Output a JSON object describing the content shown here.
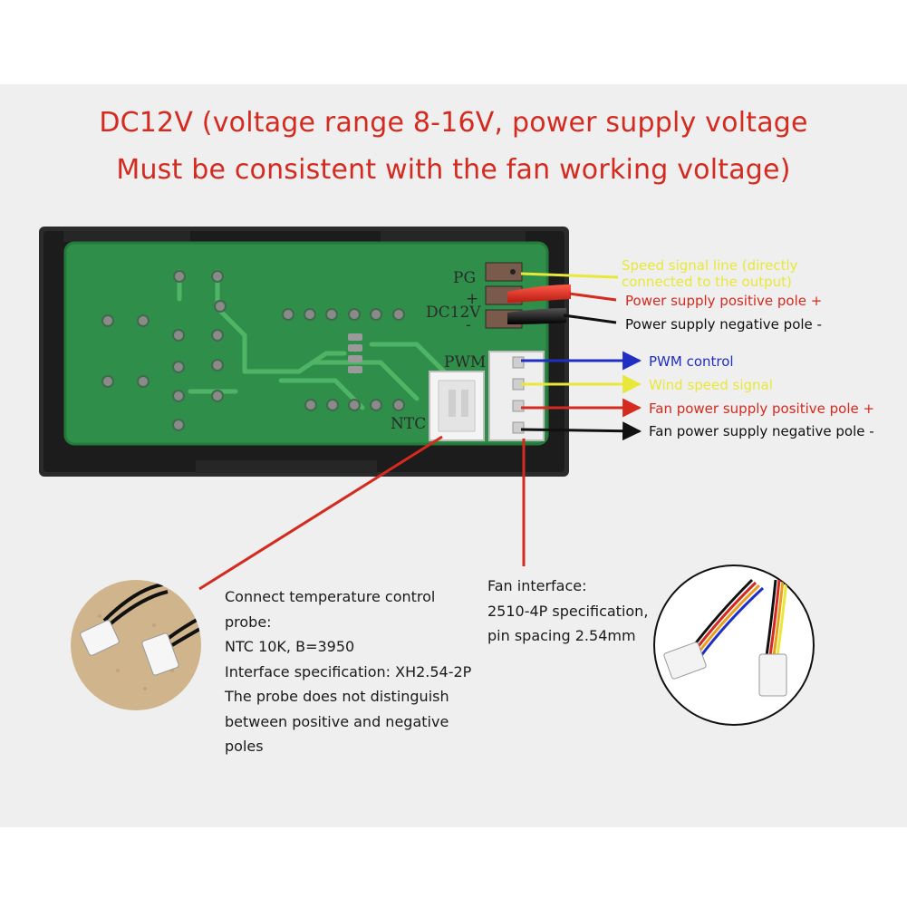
{
  "title": {
    "line1": "DC12V (voltage range 8-16V, power supply voltage",
    "line2": "Must be consistent with the fan working voltage)"
  },
  "board": {
    "silk_pg": "PG",
    "silk_plus": "+",
    "silk_dc12v": "DC12V",
    "silk_minus": "-",
    "silk_pwm": "PWM",
    "silk_ntc": "NTC"
  },
  "labels": {
    "speed_signal_1": "Speed signal line (directly",
    "speed_signal_2": "connected to the output)",
    "power_positive": "Power supply positive pole +",
    "power_negative": "Power supply negative pole -",
    "pwm_control": "PWM control",
    "wind_speed": "Wind speed signal",
    "fan_positive": "Fan power supply positive pole +",
    "fan_negative": "Fan power supply negative pole -"
  },
  "colors": {
    "yellow": "#e8e83a",
    "red": "#d42a1f",
    "blue": "#1f2fc4",
    "black": "#111111",
    "pcb_green": "#2f8f4a"
  },
  "notes": {
    "ntc_lines": [
      "Connect temperature control",
      "probe:",
      "NTC 10K, B=3950",
      "Interface specification: XH2.54-2P",
      "The probe does not distinguish",
      "between positive and negative",
      "poles"
    ],
    "fan_lines": [
      "Fan interface:",
      "2510-4P specification,",
      "pin spacing 2.54mm"
    ]
  }
}
